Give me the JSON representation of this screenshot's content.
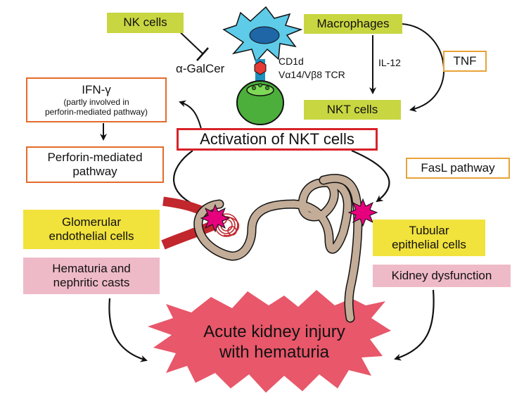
{
  "nodes": {
    "nk_cells": "NK cells",
    "macrophages": "Macrophages",
    "alpha_galcer": "α-GalCer",
    "cd1d": "CD1d",
    "tcr": "Vα14/Vβ8 TCR",
    "il12": "IL-12",
    "tnf": "TNF",
    "nkt_cells": "NKT cells",
    "ifn_title": "IFN-γ",
    "ifn_sub1": "(partly involved in",
    "ifn_sub2": "perforin-mediated pathway)",
    "activation": "Activation of NKT cells",
    "perforin_1": "Perforin-mediated",
    "perforin_2": "pathway",
    "fasl": "FasL pathway",
    "glomerular_1": "Glomerular",
    "glomerular_2": "endothelial cells",
    "tubular_1": "Tubular",
    "tubular_2": "epithelial cells",
    "hematuria_1": "Hematuria  and",
    "hematuria_2": "nephritic casts",
    "kidney_dysfunction": "Kidney dysfunction",
    "aki_1": "Acute kidney injury",
    "aki_2": "with hematuria"
  },
  "colors": {
    "green_box": "#c8d641",
    "yellow_box": "#f1e23c",
    "pink_box": "#efbac8",
    "orange_border": "#e36b2a",
    "red_border": "#d8232a",
    "burst": "#e8576a",
    "tubule": "#c3ad98",
    "vessel": "#c1272d",
    "star": "#e6007e",
    "dendritic_cell": "#5ecbe8",
    "nkt_cell": "#4caf3c"
  },
  "icons": [
    "dendritic-cell-icon",
    "nkt-cell-icon",
    "nephron-icon",
    "damage-star-icon",
    "injury-burst-icon"
  ]
}
